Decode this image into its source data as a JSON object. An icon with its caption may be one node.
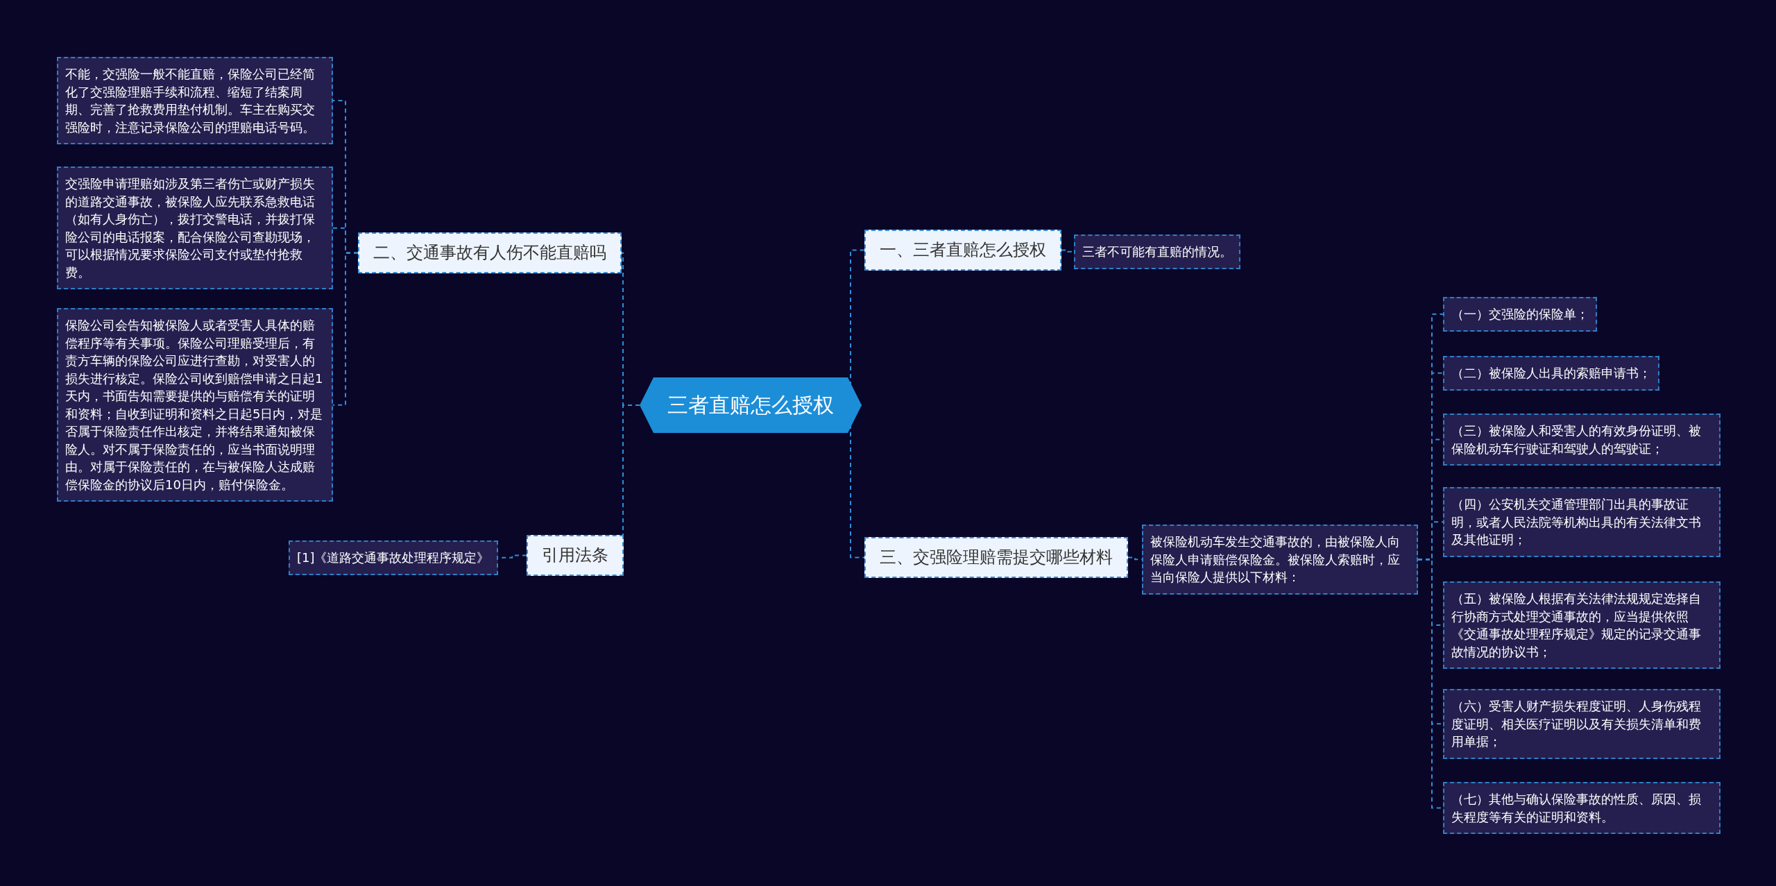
{
  "diagram": {
    "nodes": [
      {
        "text": [
          "三者直赔怎么授权"
        ]
      },
      {
        "text": [
          "一、三者直赔怎么授权"
        ]
      },
      {
        "text": [
          "三者不可能有直赔的情况。"
        ]
      },
      {
        "text": [
          "三、交强险理赔需提交哪些材料"
        ]
      },
      {
        "text": [
          "被保险机动车发生交通事故的，由被保险人向保险人申请赔偿保险金。被保险人索赔时，应当向保险人提供以下材料："
        ]
      },
      {
        "text": [
          "（一）交强险的保险单；"
        ]
      },
      {
        "text": [
          "（二）被保险人出具的索赔申请书；"
        ]
      },
      {
        "text": [
          "（三）被保险人和受害人的有效身份证明、被保险机动车行驶证和驾驶人的驾驶证；"
        ]
      },
      {
        "text": [
          "（四）公安机关交通管理部门出具的事故证明，或者人民法院等机构出具的有关法律文书及其他证明；"
        ]
      },
      {
        "text": [
          "（五）被保险人根据有关法律法规规定选择自行协商方式处理交通事故的，应当提供依照《交通事故处理程序规定》规定的记录交通事故情况的协议书；"
        ]
      },
      {
        "text": [
          "（六）受害人财产损失程度证明、人身伤残程度证明、相关医疗证明以及有关损失清单和费用单据；"
        ]
      },
      {
        "text": [
          "（七）其他与确认保险事故的性质、原因、损失程度等有关的证明和资料。"
        ]
      },
      {
        "text": [
          "二、交通事故有人伤不能直赔吗"
        ]
      },
      {
        "text": [
          "不能，交强险一般不能直赔，保险公司已经简化了交强险理赔手续和流程、缩短了结案周期、完善了抢救费用垫付机制。车主在购买交强险时，注意记录保险公司的理赔电话号码。"
        ]
      },
      {
        "text": [
          "交强险申请理赔如涉及第三者伤亡或财产损失的道路交通事故，被保险人应先联系急救电话（如有人身伤亡），拨打交警电话，并拨打保险公司的电话报案，配合保险公司查勘现场，可以根据情况要求保险公司支付或垫付抢救费。"
        ]
      },
      {
        "text": [
          "保险公司会告知被保险人或者受害人具体的赔偿程序等有关事项。保险公司理赔受理后，有责方车辆的保险公司应进行查勘，对受害人的损失进行核定。保险公司收到赔偿申请之日起1天内，书面告知需要提供的与赔偿有关的证明和资料；自收到证明和资料之日起5日内，对是否属于保险责任作出核定，并将结果通知被保险人。对不属于保险责任的，应当书面说明理由。对属于保险责任的，在与被保险人达成赔偿保险金的协议后10日内，赔付保险金。"
        ]
      },
      {
        "text": [
          "引用法条"
        ]
      },
      {
        "text": [
          "[1]《道路交通事故处理程序规定》"
        ]
      }
    ],
    "edges": [
      {
        "from": 0,
        "to": 1,
        "arrow": "none"
      },
      {
        "from": 1,
        "to": 2,
        "arrow": "none"
      },
      {
        "from": 0,
        "to": 3,
        "arrow": "none"
      },
      {
        "from": 3,
        "to": 4,
        "arrow": "none"
      },
      {
        "from": 4,
        "to": 5,
        "arrow": "none"
      },
      {
        "from": 4,
        "to": 6,
        "arrow": "none"
      },
      {
        "from": 4,
        "to": 7,
        "arrow": "none"
      },
      {
        "from": 4,
        "to": 8,
        "arrow": "none"
      },
      {
        "from": 4,
        "to": 9,
        "arrow": "none"
      },
      {
        "from": 4,
        "to": 10,
        "arrow": "none"
      },
      {
        "from": 4,
        "to": 11,
        "arrow": "none"
      },
      {
        "from": 0,
        "to": 12,
        "arrow": "none"
      },
      {
        "from": 12,
        "to": 13,
        "arrow": "none"
      },
      {
        "from": 12,
        "to": 14,
        "arrow": "none"
      },
      {
        "from": 12,
        "to": 15,
        "arrow": "none"
      },
      {
        "from": 0,
        "to": 16,
        "arrow": "none"
      },
      {
        "from": 16,
        "to": 17,
        "arrow": "none"
      }
    ]
  }
}
